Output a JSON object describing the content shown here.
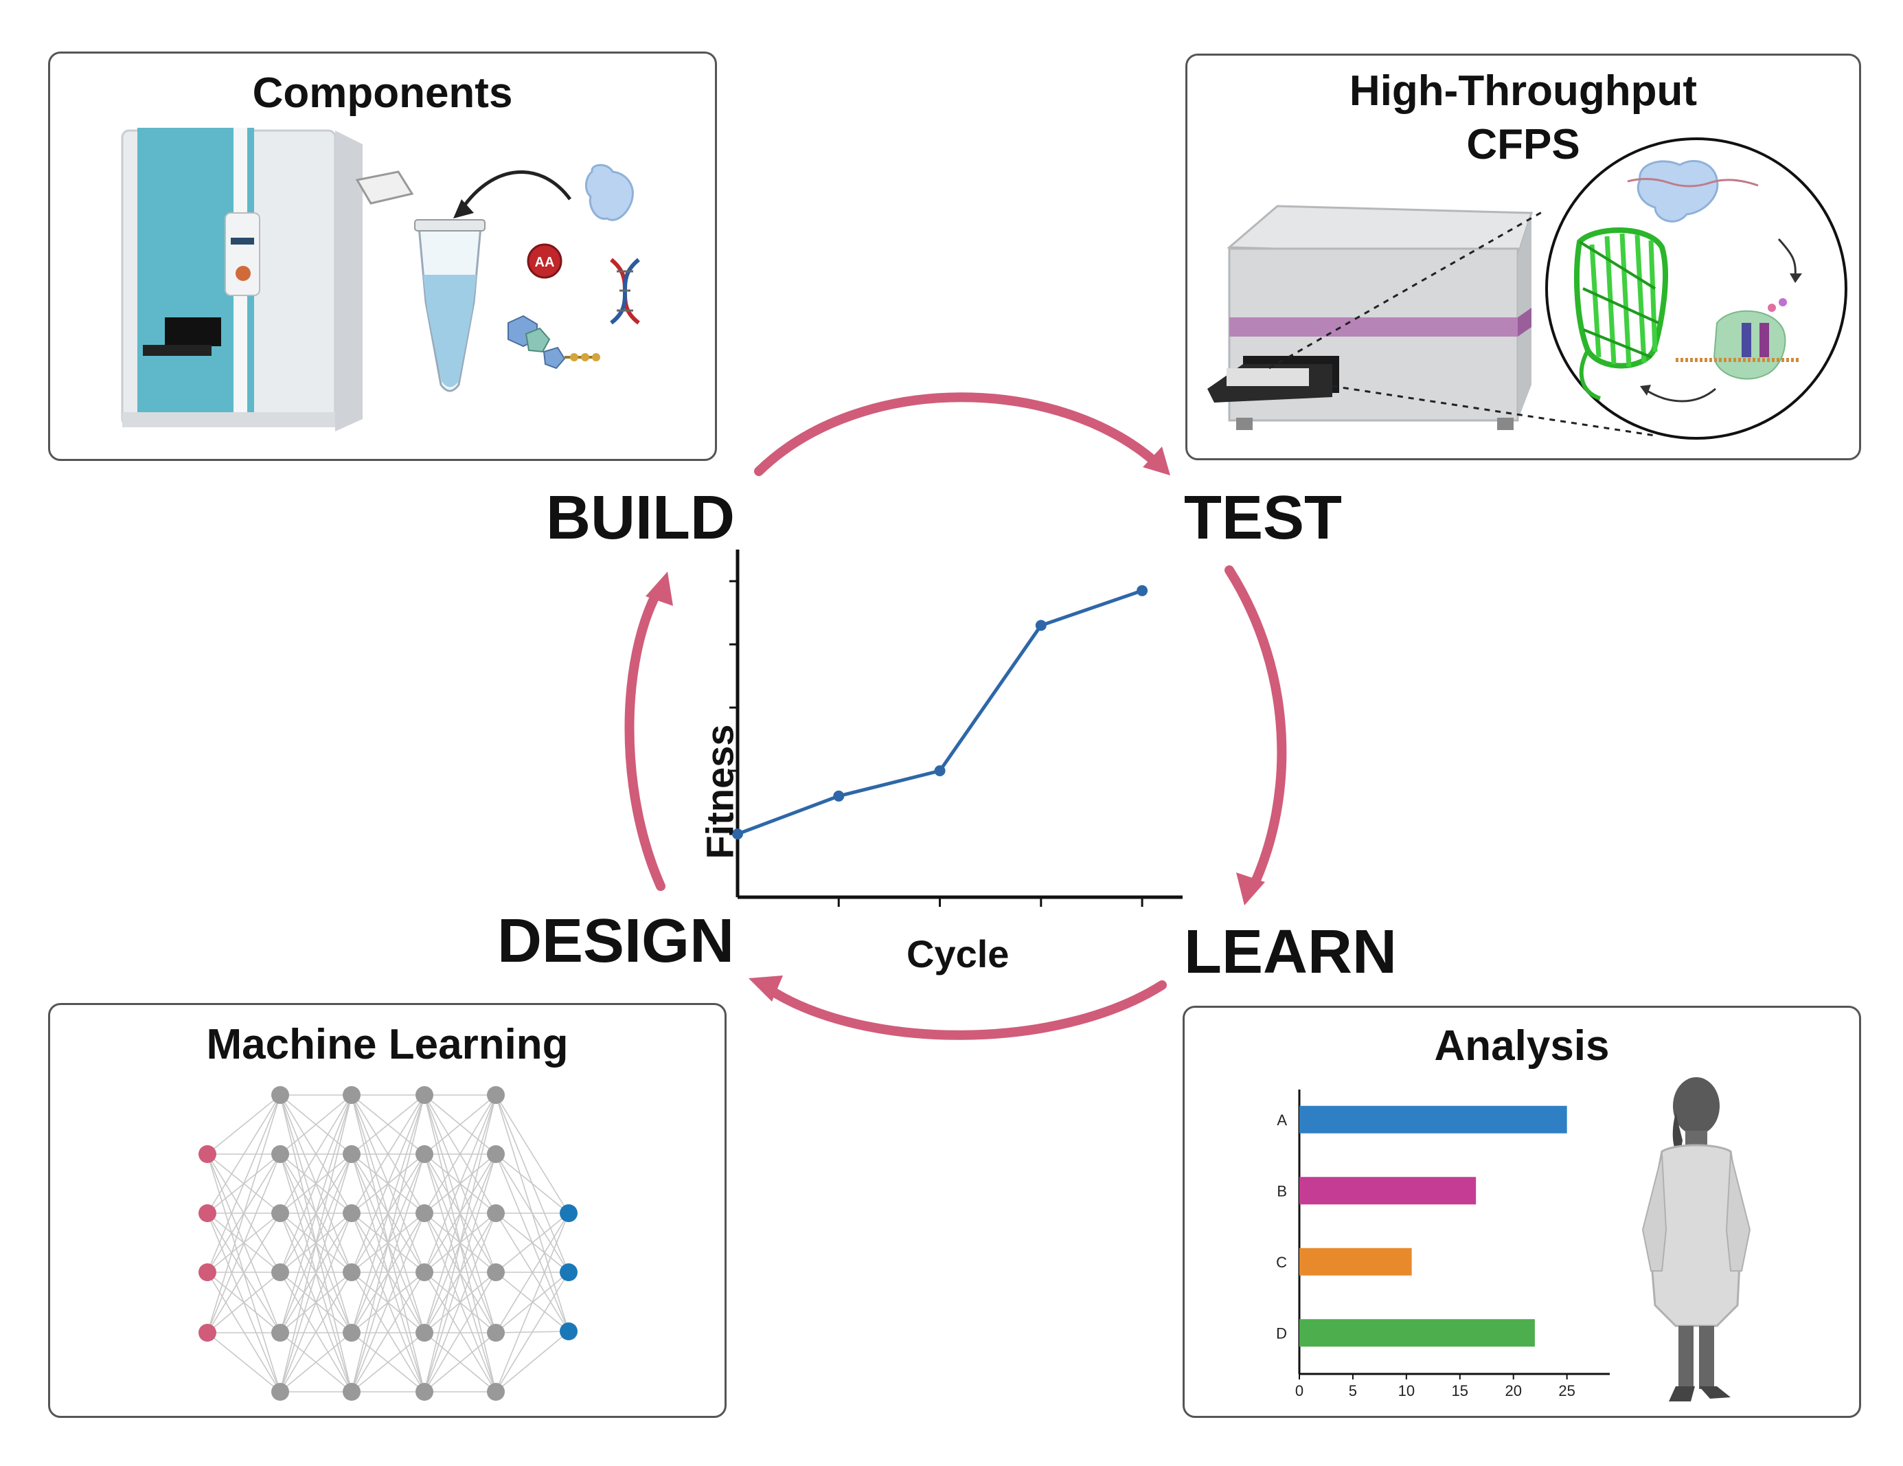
{
  "panels": {
    "components": {
      "title": "Components",
      "aa_label": "AA"
    },
    "hts": {
      "title_line1": "High-Throughput",
      "title_line2": "CFPS"
    },
    "ml": {
      "title": "Machine Learning"
    },
    "analysis": {
      "title": "Analysis"
    }
  },
  "cycle": {
    "build": "BUILD",
    "test": "TEST",
    "learn": "LEARN",
    "design": "DESIGN",
    "arrow_color": "#d05c7a"
  },
  "chart_data": [
    {
      "type": "line",
      "xlabel": "Cycle",
      "ylabel": "Fitness",
      "x": [
        0,
        1,
        2,
        3,
        4
      ],
      "series": [
        {
          "values": [
            1.0,
            1.6,
            2.0,
            4.3,
            4.85
          ]
        }
      ],
      "ylim": [
        0,
        5.5
      ],
      "xlim": [
        0,
        4.4
      ],
      "color": "#2e67a8"
    },
    {
      "type": "bar",
      "orientation": "horizontal",
      "categories": [
        "A",
        "B",
        "C",
        "D"
      ],
      "values": [
        25,
        16.5,
        10.5,
        22
      ],
      "colors": [
        "#2f7fc4",
        "#c43c94",
        "#e88a2c",
        "#4cae4c"
      ],
      "xticks": [
        "0",
        "5",
        "10",
        "15",
        "20",
        "25"
      ],
      "xlim": [
        0,
        29
      ]
    }
  ],
  "network": {
    "input_color": "#d05c7a",
    "hidden_color": "#999999",
    "output_color": "#1b78b8"
  }
}
